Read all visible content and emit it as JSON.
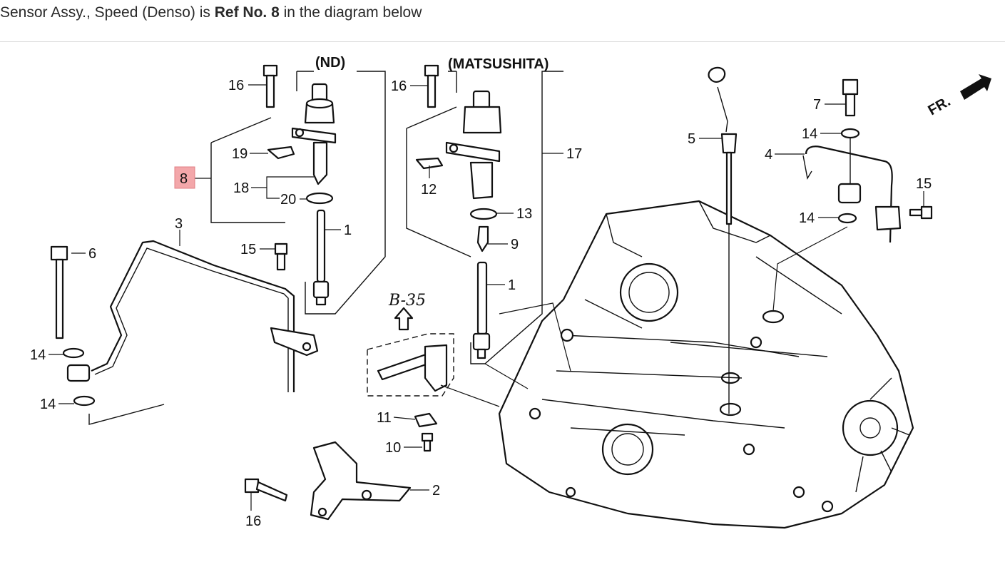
{
  "caption": {
    "prefix": "Sensor Assy., Speed (Denso) is ",
    "emphasis": "Ref No. 8",
    "suffix": " in the diagram below"
  },
  "diagram": {
    "variant_nd": "(ND)",
    "variant_matsushita": "(MATSUSHITA)",
    "reference_page": "B-35",
    "front_marker": "FR.",
    "highlighted_ref": "8",
    "colors": {
      "highlight_fill": "#f3a7aa",
      "highlight_border": "#e07f84",
      "line": "#111111"
    },
    "callouts": {
      "c16a": "16",
      "c19": "19",
      "c18": "18",
      "c20": "20",
      "c1a": "1",
      "c15a": "15",
      "c3": "3",
      "c6": "6",
      "c14a": "14",
      "c14b": "14",
      "c16b": "16",
      "c12": "12",
      "c13": "13",
      "c9": "9",
      "c1b": "1",
      "c17": "17",
      "c11": "11",
      "c10": "10",
      "c2": "2",
      "c16c": "16",
      "c5": "5",
      "c7": "7",
      "c14c": "14",
      "c4": "4",
      "c14d": "14",
      "c15b": "15"
    }
  }
}
